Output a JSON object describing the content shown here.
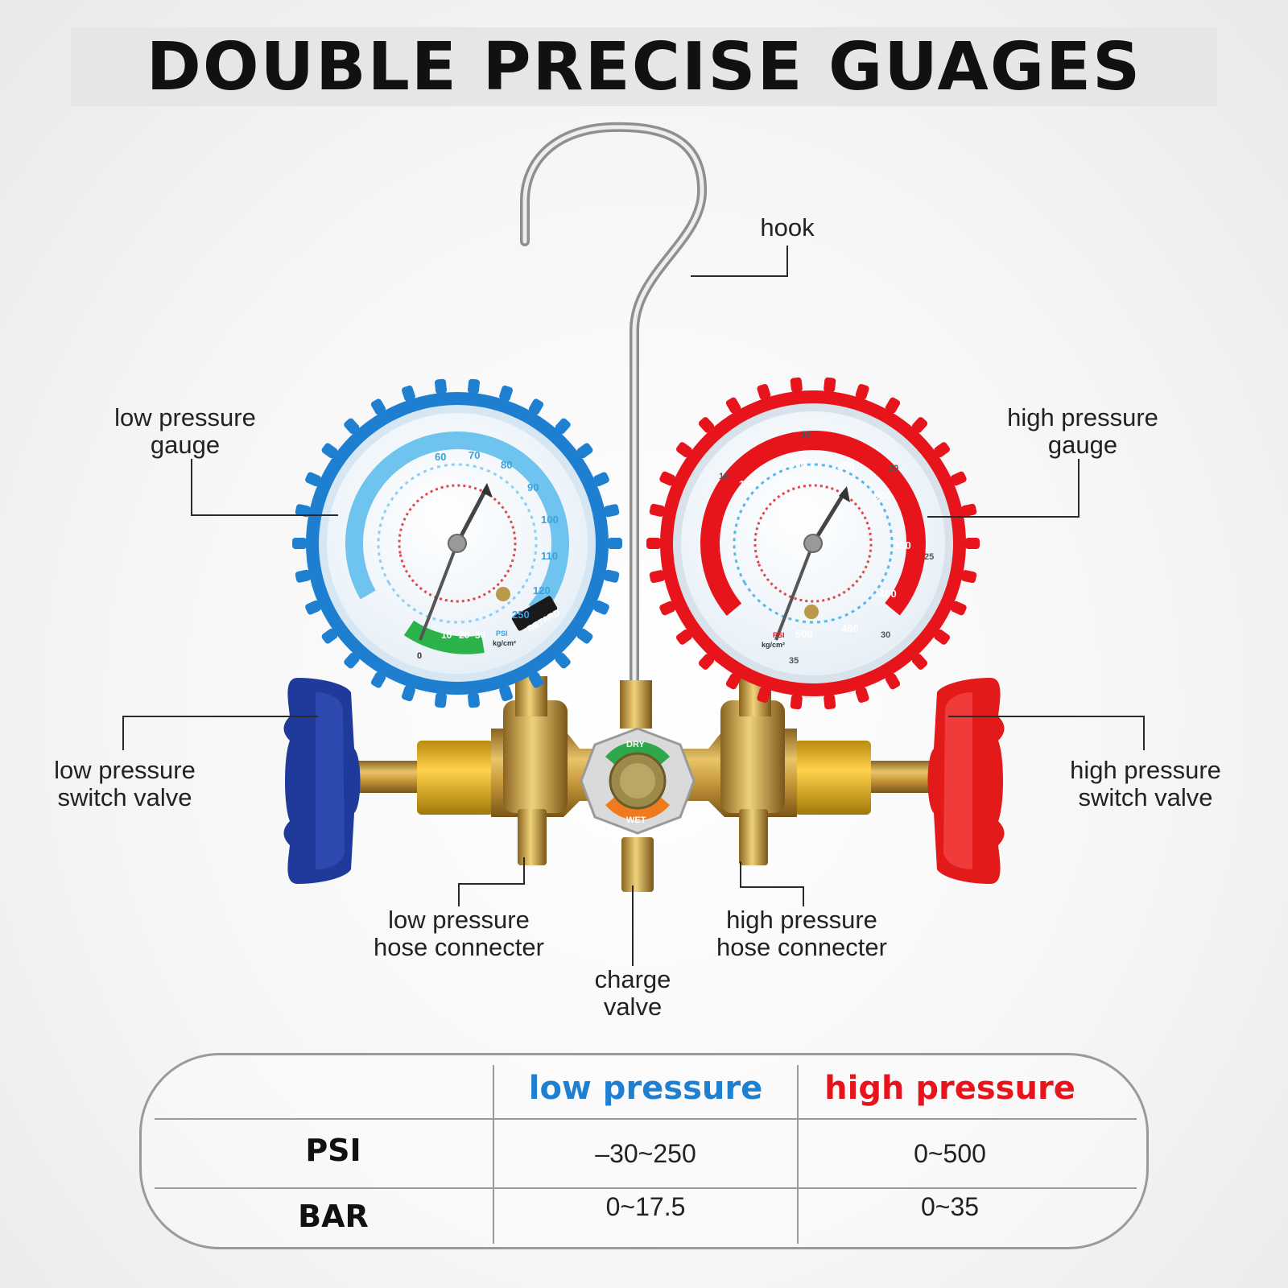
{
  "title": "DOUBLE PRECISE GUAGES",
  "colors": {
    "low_accent": "#1f7fd1",
    "high_accent": "#e8141c",
    "brass": "#c9a044",
    "blue_knob": "#1f3fa8",
    "red_knob": "#e21a1a"
  },
  "callouts": {
    "hook": "hook",
    "low_gauge_l1": "low pressure",
    "low_gauge_l2": "gauge",
    "high_gauge_l1": "high pressure",
    "high_gauge_l2": "gauge",
    "low_switch_l1": "low pressure",
    "low_switch_l2": "switch valve",
    "high_switch_l1": "high pressure",
    "high_switch_l2": "switch valve",
    "low_hose_l1": "low pressure",
    "low_hose_l2": "hose connecter",
    "high_hose_l1": "high pressure",
    "high_hose_l2": "hose connecter",
    "charge_l1": "charge",
    "charge_l2": "valve"
  },
  "gauges": {
    "low": {
      "psi_ticks": [
        "0",
        "60",
        "70",
        "80",
        "90",
        "100",
        "110",
        "120",
        "250"
      ],
      "vacuum_ticks": [
        "10",
        "20",
        "30"
      ],
      "badge": "RETARD",
      "unit_psi": "PSI",
      "unit_kg": "kg/cm²"
    },
    "high": {
      "psi_ticks": [
        "150",
        "200",
        "250",
        "300",
        "350",
        "400",
        "450",
        "500"
      ],
      "outer_ticks": [
        "10",
        "15",
        "20",
        "25",
        "30",
        "35"
      ],
      "unit_psi": "PSI",
      "unit_kg": "kg/cm²"
    },
    "sight_glass": {
      "top": "DRY",
      "bottom": "WET"
    }
  },
  "table": {
    "col_low": "low pressure",
    "col_high": "high pressure",
    "rows": [
      {
        "label": "PSI",
        "low": "–30~250",
        "high": "0~500"
      },
      {
        "label": "BAR",
        "low": "0~17.5",
        "high": "0~35"
      }
    ]
  }
}
